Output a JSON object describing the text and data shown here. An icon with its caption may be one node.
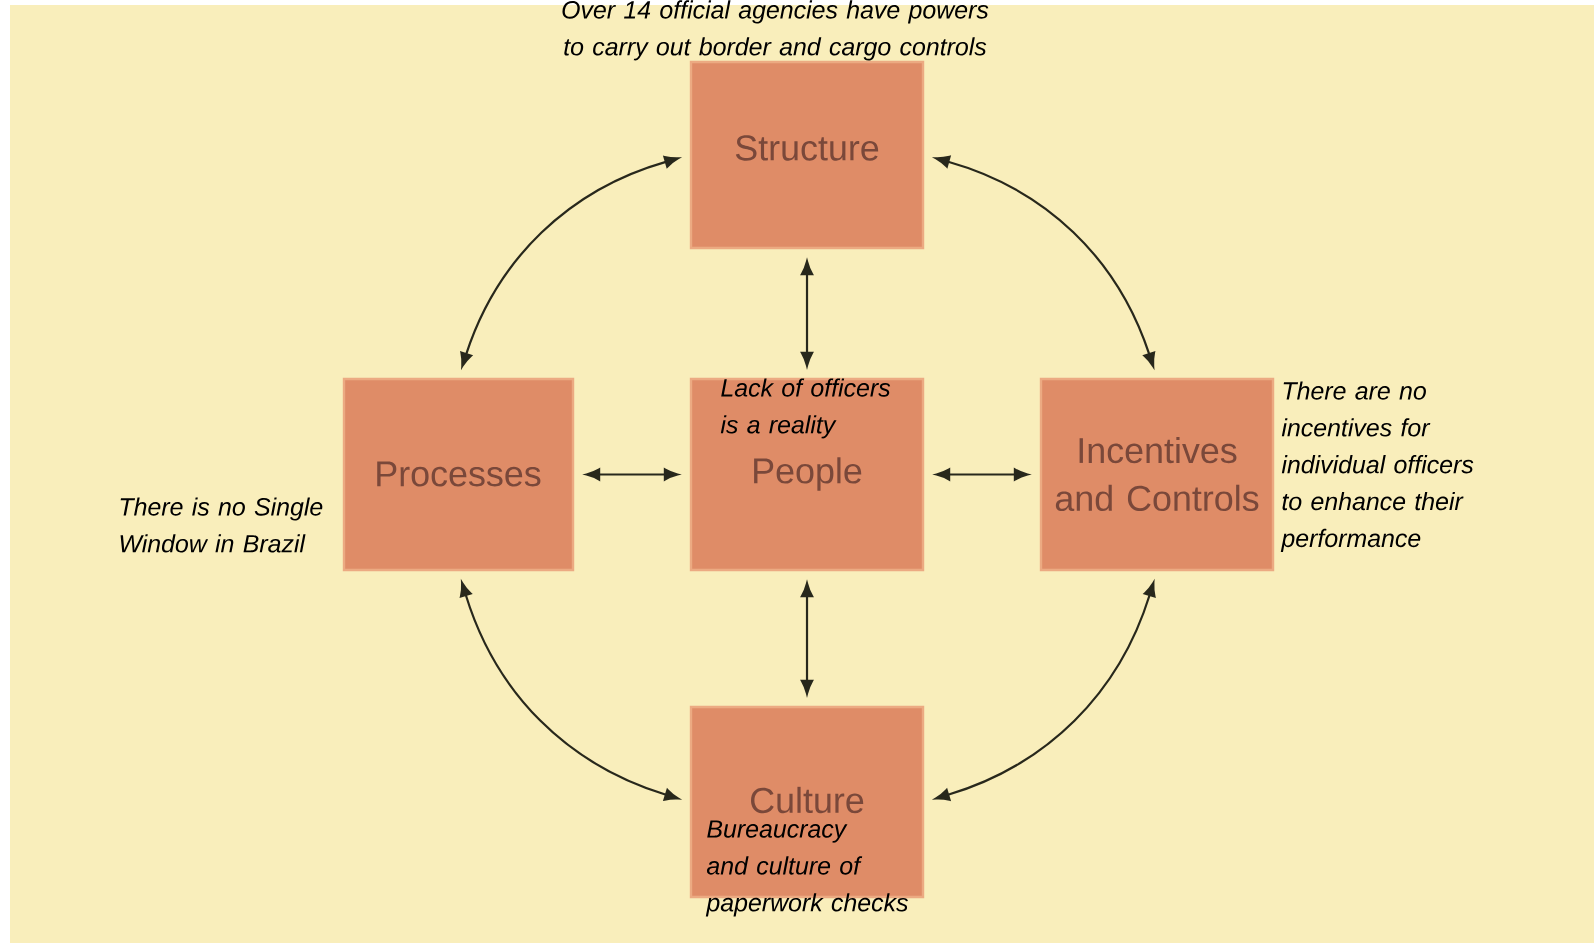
{
  "diagram": {
    "nodes": [
      {
        "text": [
          "Structure"
        ],
        "beside": [
          "Over 14 official agencies have powers to carry out border and cargo controls"
        ]
      },
      {
        "text": [
          "Processes"
        ],
        "beside": [
          "There is no Single Window in Brazil"
        ]
      },
      {
        "text": [
          "Lack of officers is a reality",
          "People"
        ]
      },
      {
        "text": [
          "Incentives and Controls"
        ],
        "beside": [
          "There are no incentives for individual officers to enhance their performance"
        ]
      },
      {
        "text": [
          "Culture",
          "Bureaucracy and culture of paperwork checks"
        ]
      }
    ],
    "edges": [
      {
        "from": 0,
        "to": 1,
        "arrow": "both"
      },
      {
        "from": 0,
        "to": 3,
        "arrow": "both"
      },
      {
        "from": 0,
        "to": 2,
        "arrow": "both"
      },
      {
        "from": 1,
        "to": 2,
        "arrow": "both"
      },
      {
        "from": 2,
        "to": 3,
        "arrow": "both"
      },
      {
        "from": 2,
        "to": 4,
        "arrow": "both"
      },
      {
        "from": 1,
        "to": 4,
        "arrow": "both"
      },
      {
        "from": 3,
        "to": 4,
        "arrow": "both"
      }
    ]
  }
}
